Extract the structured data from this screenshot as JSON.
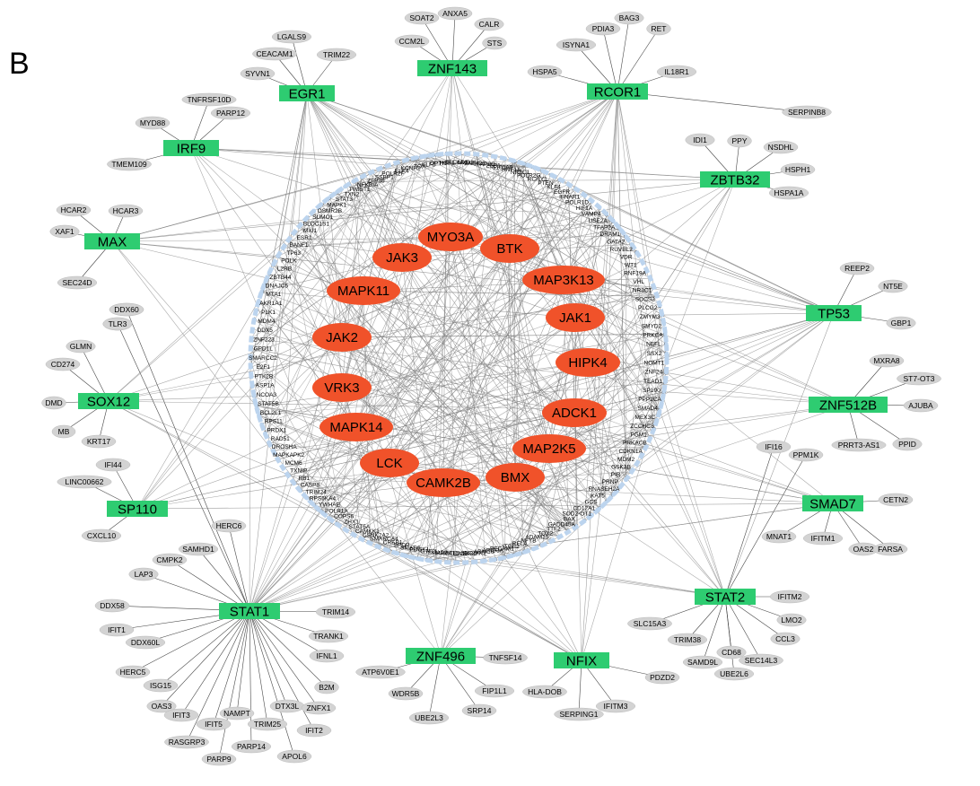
{
  "panel_label": "B",
  "colors": {
    "tf_node": "#2ecc71",
    "kinase_node": "#f0522a",
    "target_node": "#d3d3d3",
    "ring": "#bcd4ee",
    "edge": "#7f7f7f"
  },
  "transcription_factors": [
    {
      "id": "EGR1",
      "label": "EGR1",
      "targets": [
        "SYVN1",
        "CEACAM1",
        "LGALS9",
        "TRIM22"
      ]
    },
    {
      "id": "ZNF143",
      "label": "ZNF143",
      "targets": [
        "CCM2L",
        "SOAT2",
        "ANXA5",
        "CALR",
        "STS"
      ]
    },
    {
      "id": "RCOR1",
      "label": "RCOR1",
      "targets": [
        "HSPA5",
        "ISYNA1",
        "PDIA3",
        "BAG3",
        "RET",
        "IL18R1",
        "SERPINB8"
      ]
    },
    {
      "id": "IRF9",
      "label": "IRF9",
      "targets": [
        "TNFRSF10D",
        "MYD88",
        "PARP12",
        "TMEM109"
      ]
    },
    {
      "id": "ZBTB32",
      "label": "ZBTB32",
      "targets": [
        "IDI1",
        "PPY",
        "NSDHL",
        "HSPH1",
        "HSPA1A"
      ]
    },
    {
      "id": "MAX",
      "label": "MAX",
      "targets": [
        "HCAR2",
        "HCAR3",
        "XAF1",
        "SEC24D"
      ]
    },
    {
      "id": "TP53",
      "label": "TP53",
      "targets": [
        "REEP2",
        "NT5E",
        "GBP1"
      ]
    },
    {
      "id": "SOX12",
      "label": "SOX12",
      "targets": [
        "GLMN",
        "CD274",
        "DMD",
        "MB",
        "KRT17"
      ]
    },
    {
      "id": "ZNF512B",
      "label": "ZNF512B",
      "targets": [
        "MXRA8",
        "ST7-OT3",
        "AJUBA",
        "PRRT3-AS1",
        "PPID"
      ]
    },
    {
      "id": "SP110",
      "label": "SP110",
      "targets": [
        "IFI44",
        "LINC00662",
        "CXCL10"
      ]
    },
    {
      "id": "SMAD7",
      "label": "SMAD7",
      "targets": [
        "CETN2",
        "MNAT1",
        "IFITM1",
        "OAS2",
        "FARSA"
      ]
    },
    {
      "id": "STAT1",
      "label": "STAT1",
      "targets": [
        "HERC6",
        "SAMHD1",
        "CMPK2",
        "LAP3",
        "DDX58",
        "IFIT1",
        "DDX60L",
        "HERC5",
        "ISG15",
        "OAS3",
        "IFIT3",
        "RASGRP3",
        "IFIT5",
        "NAMPT",
        "PARP9",
        "PARP14",
        "TRIM25",
        "DTX3L",
        "APOL6",
        "IFIT2",
        "ZNFX1",
        "B2M",
        "IFNL1",
        "TRANK1",
        "TRIM14",
        "TLR3",
        "DDX60"
      ]
    },
    {
      "id": "STAT2",
      "label": "STAT2",
      "targets": [
        "IFITM2",
        "LMO2",
        "SLC15A3",
        "CCL3",
        "TRIM38",
        "SAMD9L",
        "CD68",
        "UBE2L6",
        "SEC14L3",
        "IFI16",
        "PPM1K"
      ]
    },
    {
      "id": "ZNF496",
      "label": "ZNF496",
      "targets": [
        "ATP6V0E1",
        "TNFSF14",
        "WDR5B",
        "FIP1L1",
        "UBE2L3",
        "SRP14"
      ]
    },
    {
      "id": "NFIX",
      "label": "NFIX",
      "targets": [
        "HLA-DOB",
        "PDZD2",
        "SERPING1",
        "IFITM3"
      ]
    }
  ],
  "kinases": [
    {
      "id": "MYO3A",
      "label": "MYO3A"
    },
    {
      "id": "BTK",
      "label": "BTK"
    },
    {
      "id": "JAK3",
      "label": "JAK3"
    },
    {
      "id": "MAP3K13",
      "label": "MAP3K13"
    },
    {
      "id": "MAPK11",
      "label": "MAPK11"
    },
    {
      "id": "JAK1",
      "label": "JAK1"
    },
    {
      "id": "JAK2",
      "label": "JAK2"
    },
    {
      "id": "HIPK4",
      "label": "HIPK4"
    },
    {
      "id": "VRK3",
      "label": "VRK3"
    },
    {
      "id": "ADCK1",
      "label": "ADCK1"
    },
    {
      "id": "MAPK14",
      "label": "MAPK14"
    },
    {
      "id": "MAP2K5",
      "label": "MAP2K5"
    },
    {
      "id": "LCK",
      "label": "LCK"
    },
    {
      "id": "BMX",
      "label": "BMX"
    },
    {
      "id": "CAMK2B",
      "label": "CAMK2B"
    }
  ],
  "ring_genes": [
    "TOX",
    "KLF5",
    "OPTN",
    "HSF1",
    "SLC6A4",
    "MXD3",
    "ZNF426",
    "TFAP2C",
    "ZEB1",
    "S100A9",
    "HNF1A",
    "NR3C1",
    "POLR2G",
    "RCHY1",
    "PTEN",
    "KLF4",
    "EGFR",
    "IFNAR1",
    "POLR1D",
    "HIF1A",
    "VAMP4",
    "USE2A",
    "TFAP2A",
    "DRAM1",
    "GATA2",
    "RUVBL2",
    "VDR",
    "WT1",
    "RNF19A",
    "VHL",
    "NR3C1",
    "SOCS3",
    "PLCG2",
    "ZMYM3",
    "SMYD2",
    "PRKCA",
    "NEFL",
    "SSX2",
    "NOMT1",
    "ZNF24",
    "TEAD1",
    "SP100",
    "PPP2CA",
    "SMAD4",
    "MEX3C",
    "ZCCHC8",
    "PGM1",
    "PRKACB",
    "CDKN1A",
    "MDM2",
    "GSK3B",
    "PIR",
    "PRNP",
    "RNASEH2A",
    "KAT5",
    "GCS",
    "CD12A1",
    "SOD2-OT1",
    "BAX",
    "GADD45A",
    "TTF2",
    "TOX2",
    "ADAM15",
    "NFYB",
    "RELA",
    "ITGB2",
    "PECAM1",
    "ARID3A",
    "ARMC6",
    "EIF2AK2",
    "CAMK2G",
    "GTF2C3",
    "MAPK12",
    "SMAD3",
    "GTF2I",
    "PDGK1",
    "SMAD6",
    "SPDP",
    "CREB1",
    "SMARCA4",
    "CSNK2A2",
    "CAMKK1",
    "STAT5A",
    "ZHX1",
    "COPS6",
    "POLR1A",
    "YWHAE",
    "RPS6KA4",
    "TRIM24",
    "CASP8",
    "RB1",
    "TXNIP",
    "MCM6",
    "MAPKAPK2",
    "DROSHA",
    "RAD51",
    "PRDX1",
    "RPS11",
    "BCL2L1",
    "STAT5B",
    "NCOA3",
    "ASP1A",
    "PTK2B",
    "E2F1",
    "SMARCC2",
    "GPD1L",
    "ZNF223",
    "DDX5",
    "MDM4",
    "PLK1",
    "AKR1A1",
    "MTA1",
    "DNAJC5",
    "ZBTB44",
    "L2RB",
    "POLK",
    "TP63",
    "BANF1",
    "ESR1",
    "MXI1",
    "BLOC1S1",
    "SUMO1",
    "OSMR2B",
    "MAPK1",
    "STAT3",
    "TXN2",
    "TWIST1",
    "NFKBIA",
    "ZFP36",
    "SSBP1",
    "POLR2F",
    "ELK4",
    "KCNH2"
  ],
  "unattached_targets": [
    "DDX60",
    "TLR3"
  ]
}
